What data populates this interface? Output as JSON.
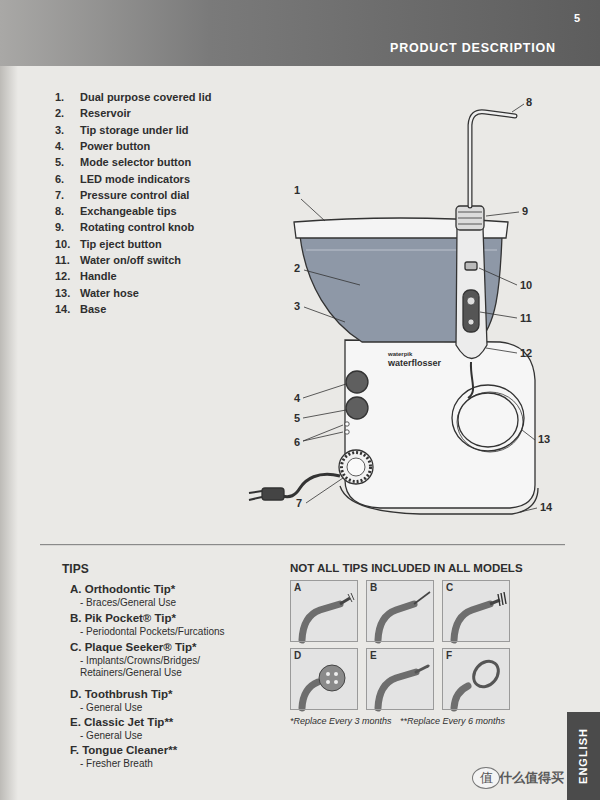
{
  "diagram": {
    "title": "PRODUCT DESCRIPTION",
    "nodes": [
      {
        "text": [
          "A"
        ]
      },
      {
        "text": [
          "B"
        ]
      },
      {
        "text": [
          "C"
        ]
      },
      {
        "text": [
          "D"
        ]
      },
      {
        "text": [
          "E"
        ]
      },
      {
        "text": [
          "F"
        ]
      },
      {
        "text": [
          "ENGLISH"
        ]
      },
      {
        "text": [
          "值"
        ]
      }
    ],
    "labels": [
      "5",
      "1.",
      "Dual purpose covered lid",
      "2.",
      "Reservoir",
      "3.",
      "Tip storage under lid",
      "4.",
      "Power button",
      "5.",
      "Mode selector button",
      "6.",
      "LED mode indicators",
      "7.",
      "Pressure control dial",
      "8.",
      "Exchangeable tips",
      "9.",
      "Rotating control knob",
      "10.",
      "Tip eject button",
      "11.",
      "Water on/off switch",
      "12.",
      "Handle",
      "13.",
      "Water hose",
      "14.",
      "Base",
      "8",
      "1",
      "9",
      "2",
      "3",
      "10",
      "11",
      "12",
      "4",
      "5",
      "6",
      "13",
      "7",
      "14",
      "waterpik",
      "waterflosser",
      "TIPS",
      "A. Orthodontic Tip*",
      "- Braces/General Use",
      "B. Pik Pocket® Tip*",
      "- Periodontal Pockets/Furcations",
      "C. Plaque Seeker® Tip*",
      "- Implants/Crowns/Bridges/ Retainers/General Use",
      "D. Toothbrush Tip*",
      "- General Use",
      "E. Classic Jet Tip**",
      "- General Use",
      "F. Tongue Cleaner**",
      "- Fresher Breath",
      "NOT ALL TIPS INCLUDED IN ALL MODELS",
      "*Replace Every 3 months",
      "**Replace Every 6 months",
      "什么值得买"
    ]
  }
}
